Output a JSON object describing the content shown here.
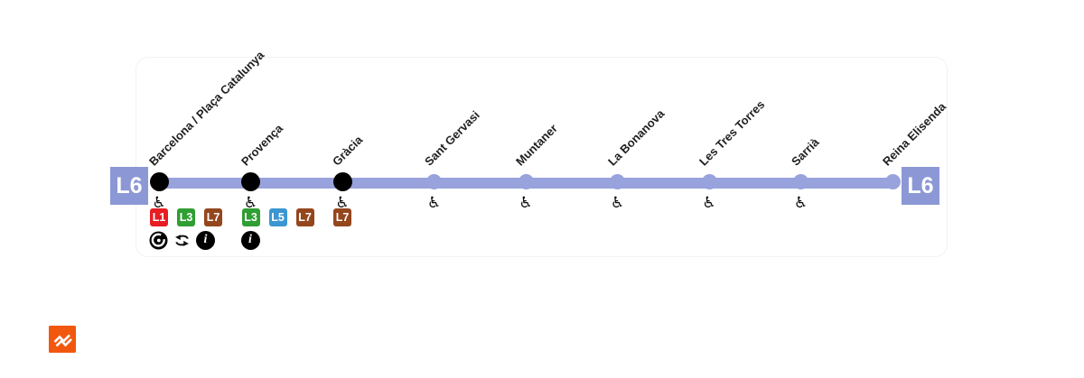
{
  "line": {
    "id": "L6",
    "terminal_badge_left": "L6",
    "terminal_badge_right": "L6"
  },
  "colors": {
    "line": "#98a2dc",
    "terminal_badge": "#8c98d5",
    "interchange_dot": "#000000",
    "station_label": "#1f1f1f",
    "fgc_orange": "#f2570f"
  },
  "transfer_colors": {
    "L1": "#e81c23",
    "L3": "#2f9e33",
    "L5": "#3b96d2",
    "L7": "#94461d"
  },
  "icons": {
    "wheelchair": "♿",
    "info": "i"
  },
  "stations": [
    {
      "name": "Barcelona / Plaça Catalunya",
      "interchange": true,
      "accessible": true,
      "transfers": [
        "L1",
        "L3",
        "L7"
      ],
      "services": [
        "rodalies",
        "transfer",
        "info"
      ]
    },
    {
      "name": "Provença",
      "interchange": true,
      "accessible": true,
      "transfers": [
        "L3",
        "L5",
        "L7"
      ],
      "services": [
        "info"
      ]
    },
    {
      "name": "Gràcia",
      "interchange": true,
      "accessible": true,
      "transfers": [
        "L7"
      ],
      "services": []
    },
    {
      "name": "Sant Gervasi",
      "interchange": false,
      "accessible": true,
      "transfers": [],
      "services": []
    },
    {
      "name": "Muntaner",
      "interchange": false,
      "accessible": true,
      "transfers": [],
      "services": []
    },
    {
      "name": "La Bonanova",
      "interchange": false,
      "accessible": true,
      "transfers": [],
      "services": []
    },
    {
      "name": "Les Tres Torres",
      "interchange": false,
      "accessible": true,
      "transfers": [],
      "services": []
    },
    {
      "name": "Sarrià",
      "interchange": false,
      "accessible": true,
      "transfers": [],
      "services": []
    },
    {
      "name": "Reina Elisenda",
      "interchange": false,
      "accessible": false,
      "transfers": [],
      "services": [],
      "terminus": true
    }
  ]
}
